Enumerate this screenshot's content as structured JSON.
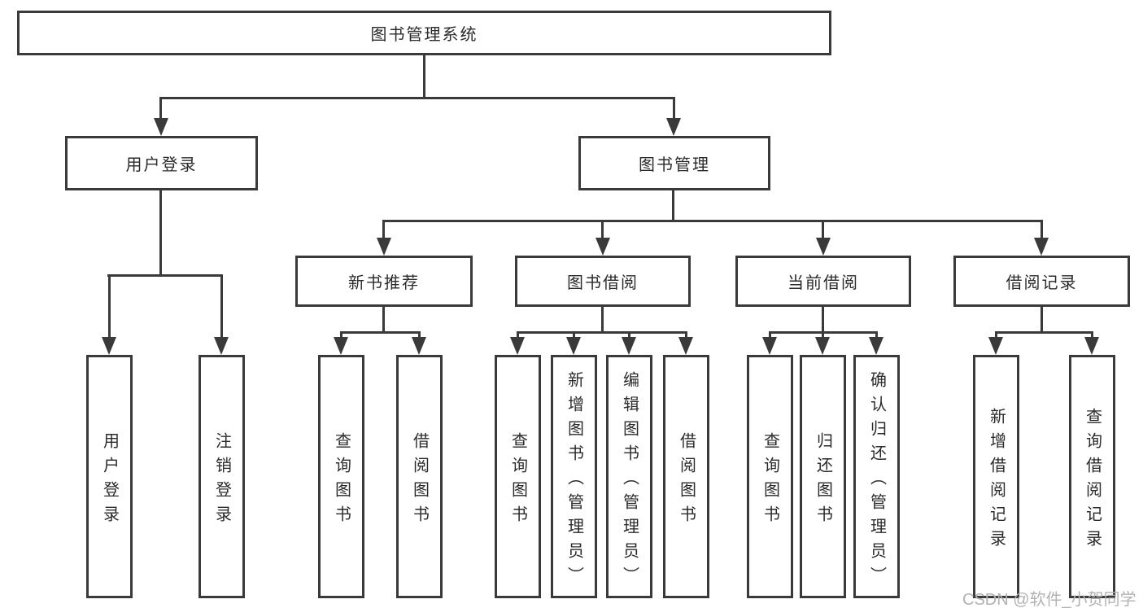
{
  "diagram_type": "hierarchy",
  "tree": {
    "root": {
      "label": "图书管理系统",
      "children": [
        {
          "label": "用户登录",
          "children": [
            {
              "label": "用户登录"
            },
            {
              "label": "注销登录"
            }
          ]
        },
        {
          "label": "图书管理",
          "children": [
            {
              "label": "新书推荐",
              "children": [
                {
                  "label": "查询图书"
                },
                {
                  "label": "借阅图书"
                }
              ]
            },
            {
              "label": "图书借阅",
              "children": [
                {
                  "label": "查询图书"
                },
                {
                  "label": "新增图书（管理员）"
                },
                {
                  "label": "编辑图书（管理员）"
                },
                {
                  "label": "借阅图书"
                }
              ]
            },
            {
              "label": "当前借阅",
              "children": [
                {
                  "label": "查询图书"
                },
                {
                  "label": "归还图书"
                },
                {
                  "label": "确认归还（管理员）"
                }
              ]
            },
            {
              "label": "借阅记录",
              "children": [
                {
                  "label": "新增借阅记录"
                },
                {
                  "label": "查询借阅记录"
                }
              ]
            }
          ]
        }
      ]
    }
  },
  "watermark": {
    "text": "CSDN @软件_小贺同学"
  },
  "colors": {
    "line": "#3a3a3a",
    "box_background": "#ffffff",
    "text": "#2b2b2b",
    "watermark": "#b2b2b4",
    "page_background": "#ffffff"
  }
}
